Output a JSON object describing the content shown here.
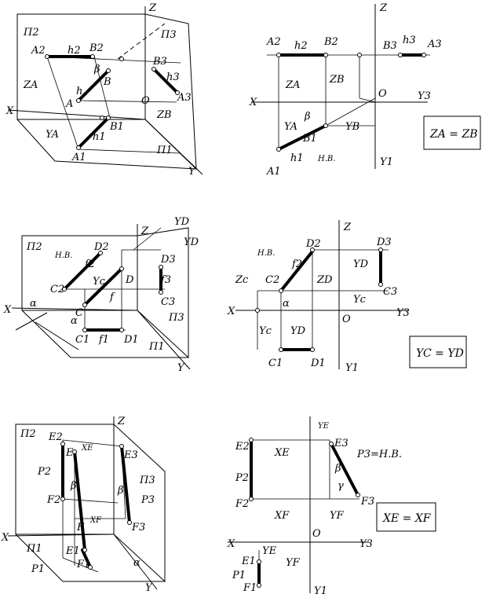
{
  "labels": {
    "p2": "П2",
    "p1": "П1",
    "p3": "П3",
    "x": "X",
    "y": "Y",
    "z": "Z",
    "y1": "Y1",
    "y3": "Y3",
    "o": "O",
    "a1": "A1",
    "a2": "A2",
    "a3": "A3",
    "b1": "B1",
    "b2": "B2",
    "b3": "B3",
    "a": "A",
    "b": "B",
    "h1": "h1",
    "h2": "h2",
    "h3": "h3",
    "h": "h",
    "za": "ZA",
    "zb": "ZB",
    "ya": "YA",
    "yb": "YB",
    "beta": "β",
    "alpha": "α",
    "gamma": "γ",
    "nv": "H.B.",
    "c": "C",
    "c1": "C1",
    "c2": "C2",
    "c3": "C3",
    "d": "D",
    "d1": "D1",
    "d2": "D2",
    "d3": "D3",
    "f": "f",
    "f1": "f1",
    "f2": "f2",
    "f3": "f3",
    "zc": "Zc",
    "zd": "ZD",
    "yc": "Yc",
    "yd": "YD",
    "e": "E",
    "e1": "E1",
    "e2": "E2",
    "e3": "E3",
    "ff": "F",
    "ff1": "F1",
    "ff2": "F2",
    "ff3": "F3",
    "p_1": "P1",
    "p_2": "P2",
    "p_3": "P3",
    "p3nv": "P3=H.B.",
    "xe": "XE",
    "xf": "XF",
    "ye": "YE",
    "yf": "YF"
  },
  "equations": {
    "eq1": "ZA = ZB",
    "eq2": "YC = YD",
    "eq3": "XE = XF"
  }
}
